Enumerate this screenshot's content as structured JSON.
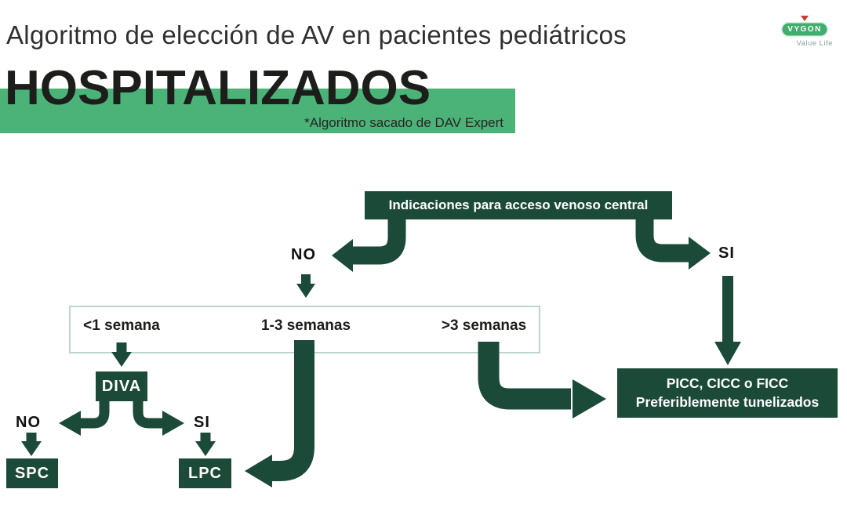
{
  "header": {
    "title": "Algoritmo de elección de AV en pacientes pediátricos",
    "heading": "HOSPITALIZADOS",
    "subtitle": "*Algoritmo sacado de DAV Expert"
  },
  "logo": {
    "brand": "VYGON",
    "tagline": "Value Life"
  },
  "colors": {
    "dark_green": "#1C4A38",
    "accent_green": "#4BB377",
    "logo_green": "#3FAE6E",
    "logo_mark_red": "#C93B36",
    "options_border": "#BDD6CC",
    "text_black": "#1D1D1B",
    "tagline_gray": "#8D9E97"
  },
  "flowchart": {
    "root": "Indicaciones para acceso venoso central",
    "branch_no": "NO",
    "branch_si": "SI",
    "durations": [
      "<1 semana",
      "1-3 semanas",
      ">3 semanas"
    ],
    "diva": "DIVA",
    "diva_no": "NO",
    "diva_si": "SI",
    "spc": "SPC",
    "lpc": "LPC",
    "picc_line1": "PICC, CICC o FICC",
    "picc_line2": "Preferiblemente tunelizados"
  }
}
